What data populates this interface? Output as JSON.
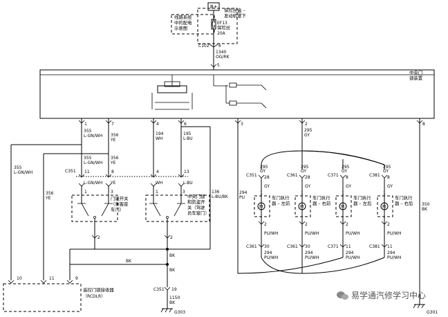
{
  "power": {
    "source": "B+",
    "linked_diagram": [
      "线路系统",
      "中的配电",
      "示意图"
    ],
    "fuse_box": [
      "保险丝盒 –",
      "发动机罩下"
    ],
    "fuse": [
      "EF13",
      "保险丝",
      "20A"
    ]
  },
  "top_connector": {
    "id": "C102",
    "pin": "6",
    "wire_number": "1340",
    "wire_color": "OG/RK"
  },
  "central_module": {
    "label": [
      "中央门",
      "锁装置"
    ],
    "input_pin": "5"
  },
  "module_pins": [
    {
      "pin": "1",
      "wire_number": "355",
      "wire_color": "L-GN/WH"
    },
    {
      "pin": "7",
      "wire_number": "356",
      "wire_color": "YE"
    },
    {
      "pin": "4",
      "wire_number": "194",
      "wire_color": "WH"
    },
    {
      "pin": "6",
      "wire_number": "195",
      "wire_color": "L-BU"
    },
    {
      "pin": "3",
      "wire_number": "",
      "wire_color": ""
    },
    {
      "pin": "2",
      "wire_number": "295",
      "wire_color": "GY"
    },
    {
      "pin": "8",
      "wire_number": "",
      "wire_color": ""
    }
  ],
  "inline_connector": {
    "id": "C351",
    "pins": [
      "11",
      "8",
      "4",
      "13"
    ],
    "lower_pins": [
      "1",
      "3",
      "1",
      "3"
    ],
    "wires": [
      {
        "wire_number": "355",
        "wire_color": "L-GN/WH"
      },
      {
        "wire_number": "356",
        "wire_color": "YE"
      },
      {
        "wire_number": "",
        "wire_color": "WH"
      },
      {
        "wire_number": "",
        "wire_color": "L-BU"
      }
    ]
  },
  "door_switches": [
    {
      "label": [
        "门锁开关",
        "（乘客座",
        "车门）"
      ],
      "pins": [
        "1",
        "3"
      ],
      "ground_pin": "2"
    },
    {
      "label": [
        "中央门锁",
        "和防盗开",
        "关（驾驶",
        "员车窗门）"
      ],
      "pins": [
        "1",
        "3"
      ],
      "ground_pin": "2"
    }
  ],
  "side_wires": [
    {
      "wire_number": "355",
      "wire_color": "L-GN/WH"
    },
    {
      "wire_number": "356",
      "wire_color": "YE"
    },
    {
      "wire_number": "136",
      "wire_color": "L-BU/BK"
    }
  ],
  "ground": {
    "wire_color": "BK",
    "connector": "C351",
    "connector_pin": "19",
    "wire_number": "1150",
    "wire_color_lower": "BK",
    "ground_id": "G303",
    "ground_id_right": "G301"
  },
  "actuators": [
    {
      "connector": "C351",
      "pin_top": "28",
      "wire_number": "295",
      "wire_color": "GY",
      "label": [
        "车门执行",
        "器 – 左前"
      ],
      "pin_upper": "1",
      "pin_lower": "2",
      "lower_connector": "C361",
      "lower_pin": "30",
      "lower_wire_number": "294",
      "lower_wire_color": "PU/WH"
    },
    {
      "connector": "C361",
      "pin_top": "28",
      "wire_number": "295",
      "wire_color": "GY",
      "label": [
        "车门执行",
        "器 – 右前"
      ],
      "pin_upper": "1",
      "pin_lower": "2",
      "lower_connector": "C361",
      "lower_pin": "30",
      "lower_wire_number": "294",
      "lower_wire_color": "PU/WH"
    },
    {
      "connector": "C371",
      "pin_top": "8",
      "wire_number": "295",
      "wire_color": "GY",
      "label": [
        "车门执行",
        "器 – 左后"
      ],
      "pin_upper": "1",
      "pin_lower": "2",
      "lower_connector": "C371",
      "lower_pin": "11",
      "lower_wire_number": "294",
      "lower_wire_color": "PU/WH"
    },
    {
      "connector": "C381",
      "pin_top": "8",
      "wire_number": "295",
      "wire_color": "GY",
      "label": [
        "车门执行",
        "器 – 右后"
      ],
      "pin_upper": "1",
      "pin_lower": "2",
      "lower_connector": "C381",
      "lower_pin": "11",
      "lower_wire_number": "294",
      "lower_wire_color": "PU/WH"
    }
  ],
  "pu_wire": {
    "wire_number": "294",
    "wire_color": "PU"
  },
  "right_wire": {
    "wire_number": "350",
    "wire_color": "BK"
  },
  "rcdlr": {
    "label": [
      "遥控门锁接收器",
      "（RCDLR）"
    ],
    "pins": [
      "10",
      "11",
      "9"
    ]
  },
  "watermark": "易学通汽修学习中心",
  "icons": {
    "motor": "M",
    "wechat": "wechat-icon"
  }
}
